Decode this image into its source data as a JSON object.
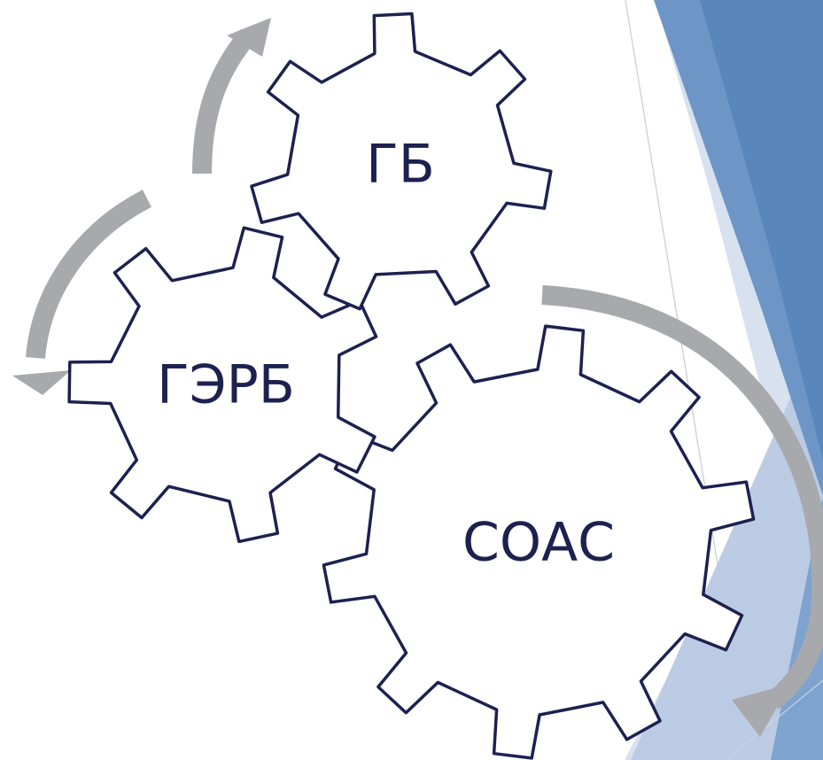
{
  "diagram": {
    "gears": [
      {
        "id": "gb",
        "label": "ГБ"
      },
      {
        "id": "gerb",
        "label": "ГЭРБ"
      },
      {
        "id": "soas",
        "label": "СОАС"
      }
    ]
  },
  "colors": {
    "gear_stroke": "#1d2150",
    "gear_fill": "#ffffff",
    "label": "#1d2150",
    "arrow": "#a8a9ad",
    "accent_dark": "#5a87bb",
    "accent_mid": "#7ea3cf",
    "accent_light": "#b9c9e3",
    "accent_pale": "#d5dff0"
  }
}
